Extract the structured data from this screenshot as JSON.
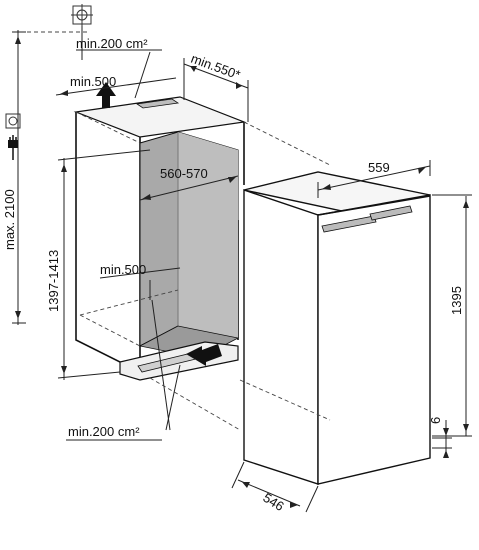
{
  "diagram": {
    "labels": {
      "vent_top": "min.200 cm²",
      "vent_bottom": "min.200 cm²",
      "top_clearance": "min.500",
      "niche_depth": "min.550",
      "niche_depth_mark": "*",
      "niche_width": "560-570",
      "inner_depth": "min.500",
      "niche_height": "1397-1413",
      "max_height": "max. 2100",
      "appliance_width": "559",
      "appliance_height": "1395",
      "appliance_depth": "546",
      "plinth_gap": "6"
    },
    "icons": [
      "power-socket-icon",
      "power-plug-icon",
      "crosshair-symbol-icon",
      "airflow-arrow-icon"
    ],
    "colors": {
      "niche_shade": "#a9a9a9",
      "line": "#111111"
    }
  }
}
